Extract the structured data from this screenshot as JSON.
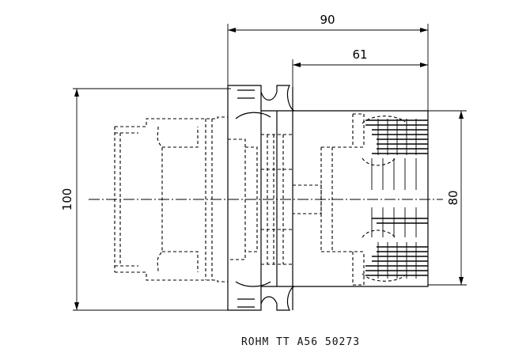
{
  "drawing": {
    "dimensions": {
      "overall_length": "90",
      "shank_length": "61",
      "flange_diameter": "100",
      "body_diameter": "80"
    },
    "caption": "ROHM TT A56 50273"
  }
}
